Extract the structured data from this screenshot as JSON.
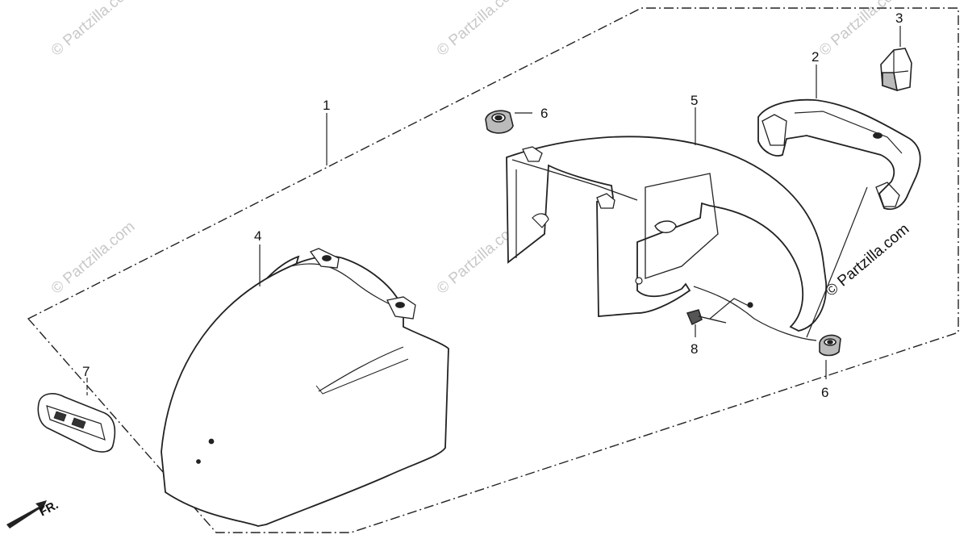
{
  "callouts": {
    "c1": "1",
    "c2": "2",
    "c3": "3",
    "c4": "4",
    "c5": "5",
    "c6a": "6",
    "c6b": "6",
    "c7": "7",
    "c8": "8"
  },
  "watermark": "© Partzilla.com",
  "direction": "FR."
}
